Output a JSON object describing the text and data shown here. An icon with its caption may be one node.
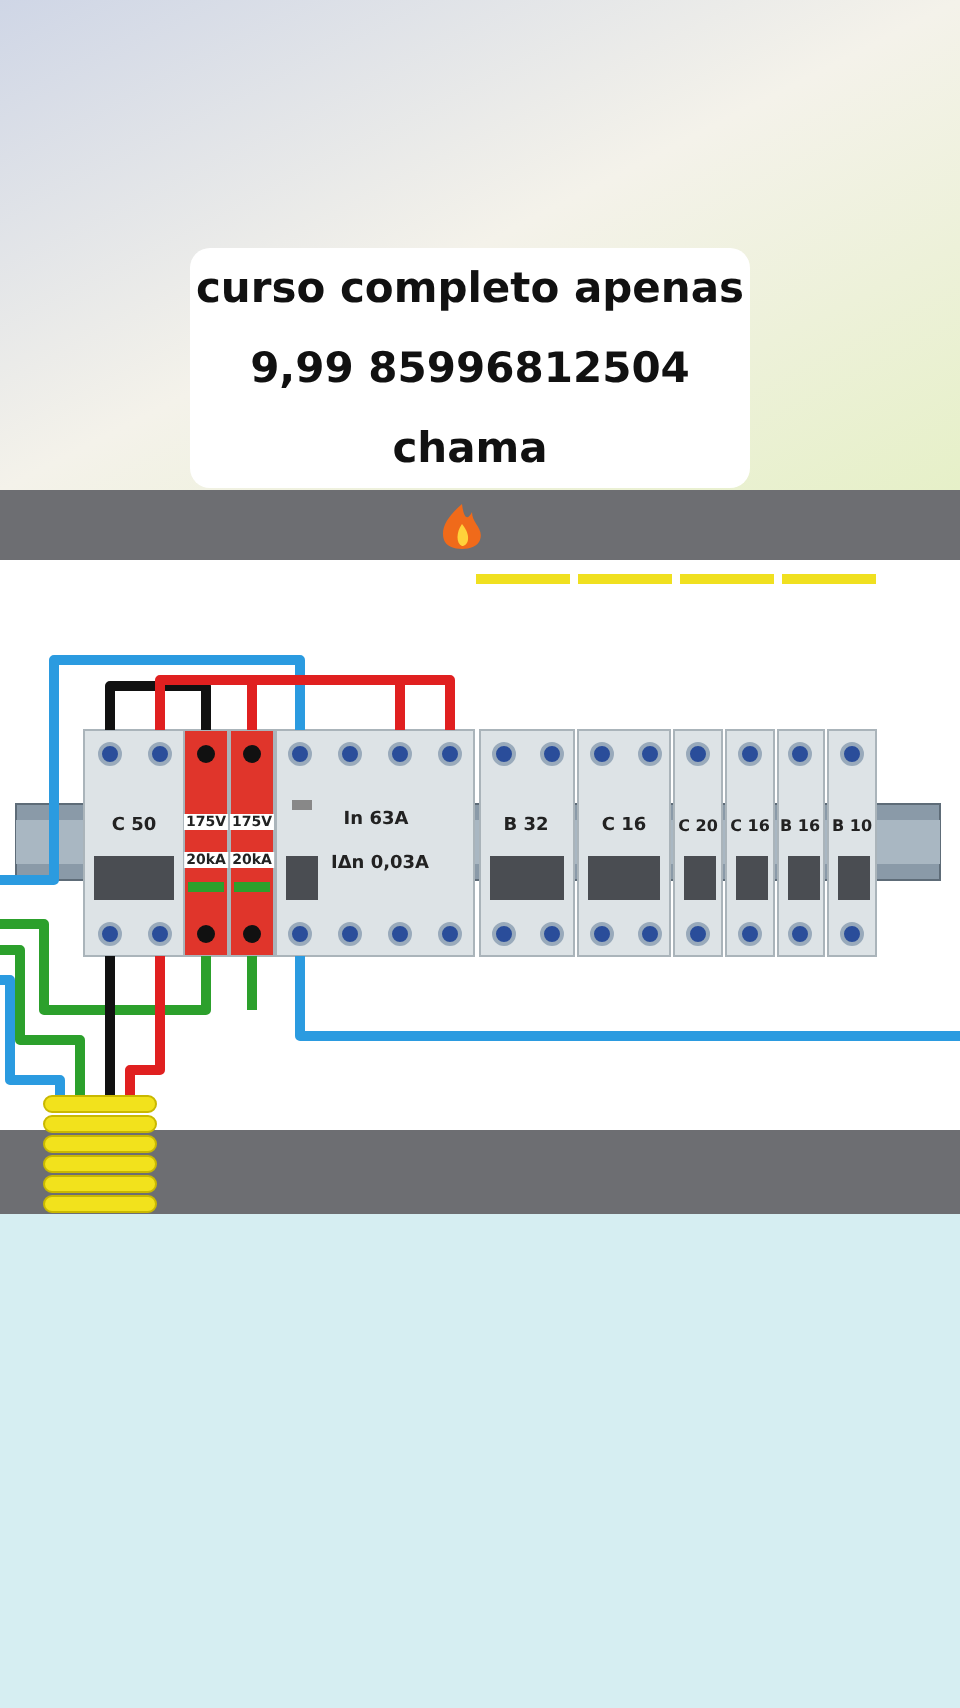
{
  "diagram": {
    "labels": [
      "curso completo apenas 9,99 85996812504 chama",
      "C 50",
      "175V",
      "20kA",
      "175V",
      "20kA",
      "In 63A",
      "IΔn 0,03A",
      "B 32",
      "C 16",
      "C 20",
      "C 16",
      "B 16",
      "B 10"
    ]
  }
}
